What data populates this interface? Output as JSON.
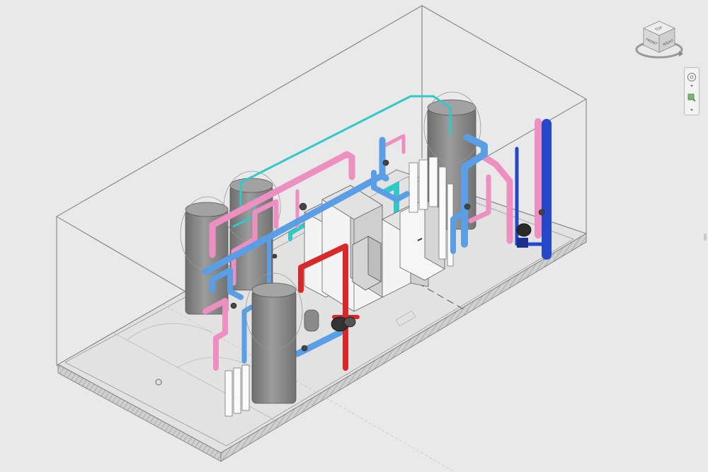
{
  "viewcube": {
    "top_label": "TOP",
    "front_label": "FRONT",
    "right_label": "RIGHT"
  },
  "colors": {
    "background": "#e9e9e9",
    "hot_supply": "#d8282a",
    "heating_pink": "#ee8fc1",
    "return_blue": "#5a9ee6",
    "chilled_blue": "#2448c8",
    "cyan_line": "#32c8c8",
    "tank_grey": "#8e8e8e",
    "boiler_white": "#f4f4f4"
  },
  "icons": {
    "viewcube": "viewcube-icon",
    "full_wheel": "steering-wheel-icon",
    "zoom": "zoom-icon",
    "orbit": "orbit-icon"
  }
}
